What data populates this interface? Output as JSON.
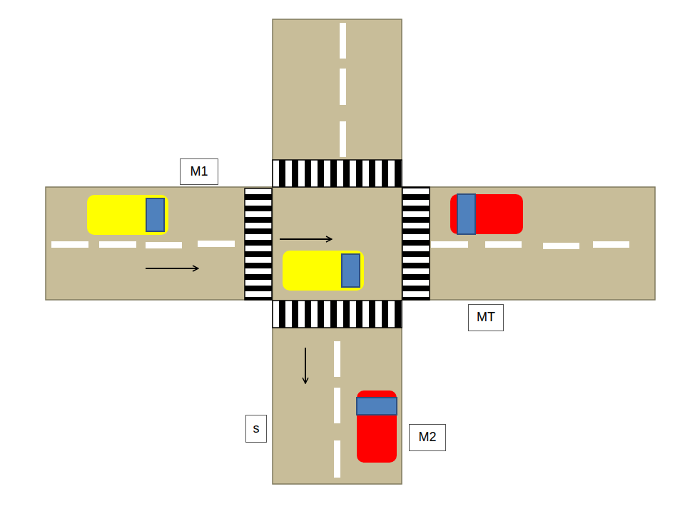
{
  "diagram": {
    "nodes": [
      {
        "text": [
          "M1"
        ]
      },
      {
        "text": [
          "MT"
        ]
      },
      {
        "text": [
          "s"
        ]
      },
      {
        "text": [
          "M2"
        ]
      }
    ]
  }
}
